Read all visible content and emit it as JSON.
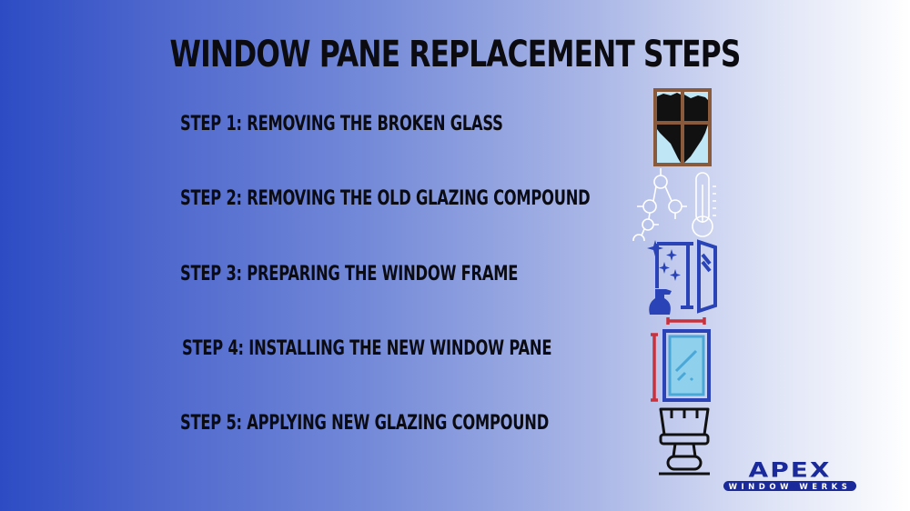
{
  "title": "WINDOW PANE REPLACEMENT STEPS",
  "steps": [
    {
      "label": "STEP 1: REMOVING THE BROKEN GLASS",
      "icon": "broken-window-icon"
    },
    {
      "label": "STEP 2: REMOVING THE OLD GLAZING COMPOUND",
      "icon": "molecule-thermometer-icon"
    },
    {
      "label": "STEP 3: PREPARING THE WINDOW FRAME",
      "icon": "window-cleaning-spray-icon"
    },
    {
      "label": "STEP 4: INSTALLING THE NEW WINDOW PANE",
      "icon": "measured-window-icon"
    },
    {
      "label": "STEP 5: APPLYING NEW GLAZING COMPOUND",
      "icon": "paint-brush-icon"
    }
  ],
  "logo": {
    "brand": "APEX",
    "subtitle": "WINDOW WERKS"
  },
  "colors": {
    "bg_left": "#2d4cc4",
    "bg_right": "#ffffff",
    "icon_blue": "#2a44b8",
    "icon_red": "#c8323c",
    "frame_brown": "#8a5a3c",
    "glass_blue": "#bfe6f5"
  }
}
